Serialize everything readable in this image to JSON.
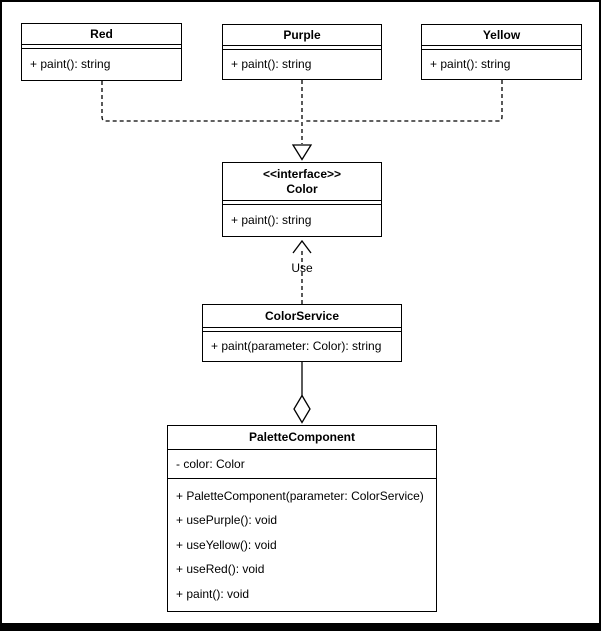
{
  "diagram": {
    "colors": {
      "stroke": "#000000",
      "node_fill": "#ffffff",
      "background": "#ffffff"
    },
    "classes": {
      "red": {
        "name": "Red",
        "methods": [
          "+ paint(): string"
        ]
      },
      "purple": {
        "name": "Purple",
        "methods": [
          "+ paint(): string"
        ]
      },
      "yellow": {
        "name": "Yellow",
        "methods": [
          "+ paint(): string"
        ]
      },
      "color_interface": {
        "stereotype": "<<interface>>",
        "name": "Color",
        "methods": [
          "+ paint(): string"
        ]
      },
      "color_service": {
        "name": "ColorService",
        "methods": [
          "+ paint(parameter: Color): string"
        ]
      },
      "palette_component": {
        "name": "PaletteComponent",
        "attributes": [
          "- color: Color"
        ],
        "methods": [
          "+ PaletteComponent(parameter: ColorService)",
          "+ usePurple(): void",
          "+ useYellow(): void",
          "+ useRed(): void",
          "+ paint(): void"
        ]
      }
    },
    "edges": {
      "use_label": "Use",
      "realization_sources": [
        "Red",
        "Purple",
        "Yellow"
      ],
      "realization_target": "Color",
      "dependency": "ColorService uses Color",
      "aggregation": "PaletteComponent aggregates ColorService"
    }
  }
}
